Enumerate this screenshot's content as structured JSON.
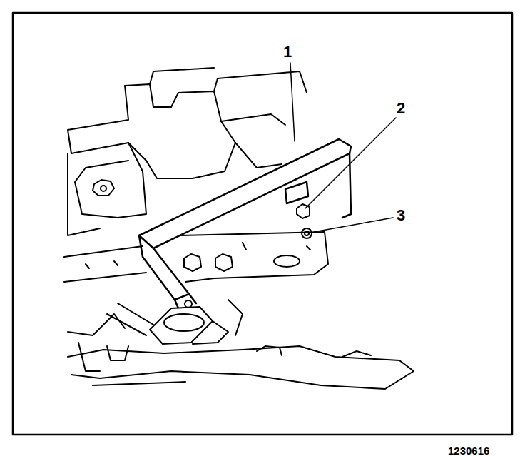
{
  "diagram": {
    "labels": [
      "1",
      "2",
      "3",
      "1230616"
    ]
  }
}
